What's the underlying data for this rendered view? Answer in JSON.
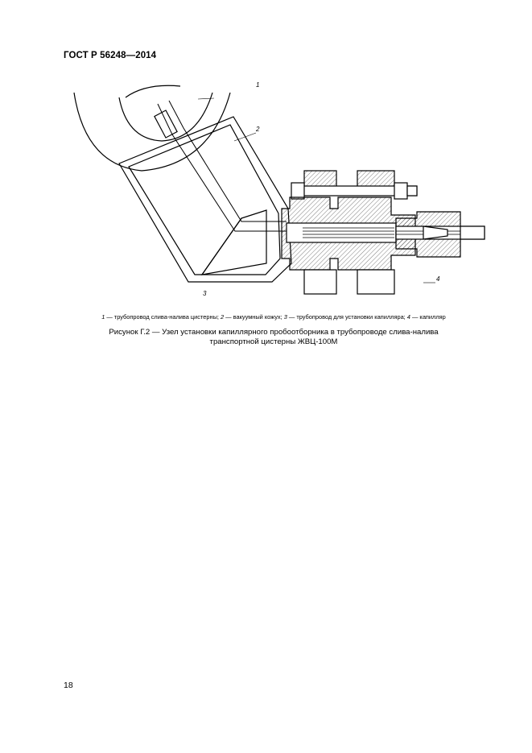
{
  "header": {
    "standard": "ГОСТ Р 56248—2014"
  },
  "figure": {
    "callouts": [
      "1",
      "2",
      "3",
      "4"
    ],
    "legend": [
      {
        "num": "1",
        "text": " — трубопровод слива-налива цистерны; "
      },
      {
        "num": "2",
        "text": " — вакуумный кожух; "
      },
      {
        "num": "3",
        "text": " — трубопровод для установки капилляра; "
      },
      {
        "num": "4",
        "text": " — капилляр"
      }
    ],
    "caption_line1": "Рисунок Г.2 — Узел установки капиллярного пробоотборника в трубопроводе слива-налива",
    "caption_line2": "транспортной цистерны ЖВЦ-100М"
  },
  "footer": {
    "page_number": "18"
  }
}
